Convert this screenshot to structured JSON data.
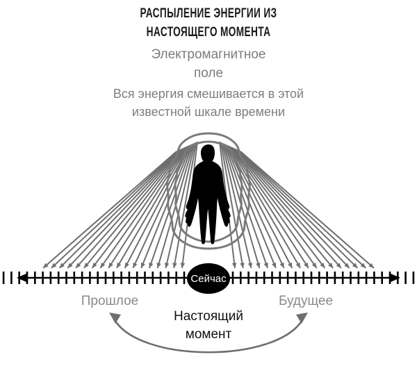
{
  "diagram": {
    "title": {
      "line1": "РАСПЫЛЕНИЕ ЭНЕРГИИ ИЗ",
      "line2": "НАСТОЯЩЕГО МОМЕНТА",
      "color": "#1a1a1a"
    },
    "subtitle_primary": {
      "line1": "Электромагнитное",
      "line2": "поле",
      "color": "#7d7d7d"
    },
    "subtitle_secondary": {
      "line1": "Вся энергия смешивается в этой",
      "line2": "известной шкале времени",
      "color": "#7d7d7d"
    },
    "timeline": {
      "now_label": "Сейчас",
      "now_label_color": "#ffffff",
      "now_marker_color": "#000000",
      "past_label": "Прошлое",
      "future_label": "Будущее",
      "label_color": "#8a8a8a",
      "axis_color": "#000000",
      "tick_count_left": 24,
      "tick_count_right": 24
    },
    "present_moment": {
      "line1": "Настоящий",
      "line2": "момент",
      "color": "#111111"
    },
    "figure": {
      "silhouette_name": "human-silhouette",
      "silhouette_color": "#000000",
      "aura_color": "#7a7a7a",
      "aura_rings": 2
    },
    "rays": {
      "color": "#6e6e6e",
      "count_left": 18,
      "count_right": 18,
      "direction": "outward-downward-from-head-to-timeline"
    },
    "bottom_arc": {
      "color": "#6e6e6e",
      "arrowheads": "both-ends"
    }
  }
}
